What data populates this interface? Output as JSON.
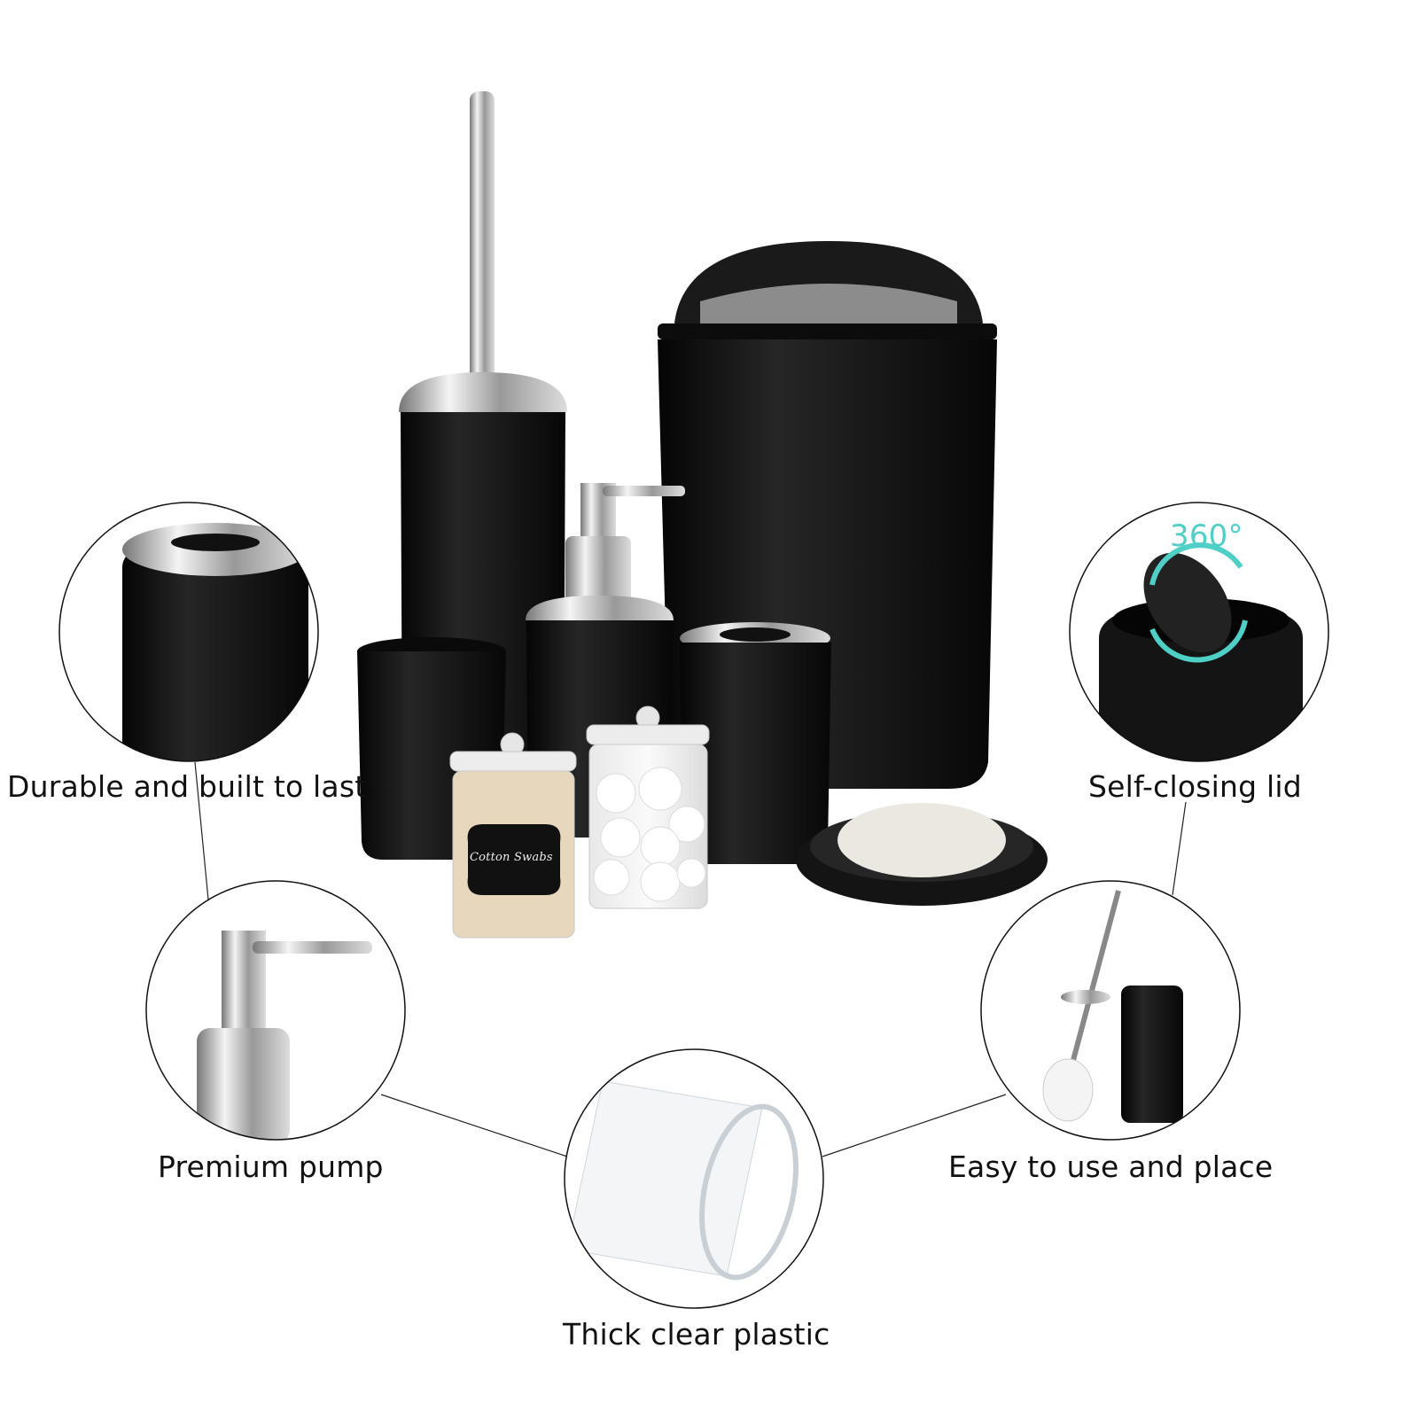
{
  "callouts": {
    "durable": "Durable and built to last",
    "self_closing": "Self-closing lid",
    "pump": "Premium pump",
    "easy": "Easy to use and place",
    "clear": "Thick clear plastic"
  },
  "rotation_badge": "360°",
  "jar_label": "Cotton Swabs",
  "colors": {
    "product_black": "#141414",
    "chrome": "#c8c8c8",
    "accent_teal": "#4fcfc6",
    "text": "#111111"
  }
}
